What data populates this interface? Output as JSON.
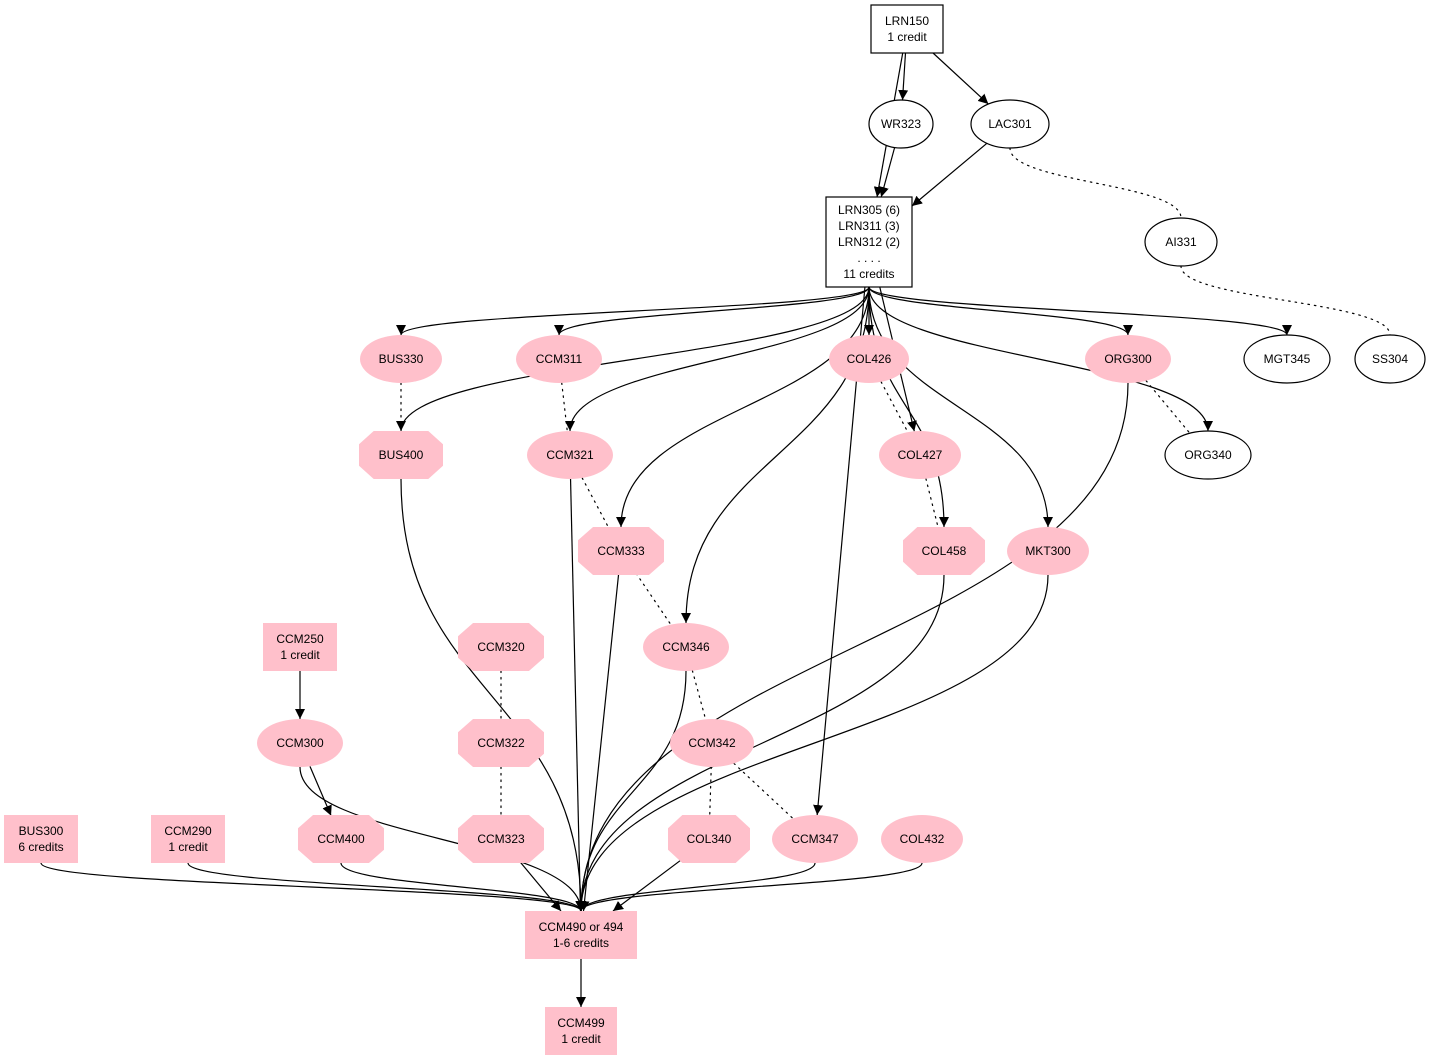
{
  "colors": {
    "pink": "#ffc0cb",
    "stroke": "#000000",
    "background": "#ffffff"
  },
  "nodes": [
    {
      "id": "LRN150",
      "lines": [
        "LRN150",
        "1 credit"
      ],
      "shape": "box",
      "style": "outline"
    },
    {
      "id": "WR323",
      "lines": [
        "WR323"
      ],
      "shape": "ellipse",
      "style": "outline"
    },
    {
      "id": "LAC301",
      "lines": [
        "LAC301"
      ],
      "shape": "ellipse",
      "style": "outline"
    },
    {
      "id": "LRN305",
      "lines": [
        "LRN305 (6)",
        "LRN311 (3)",
        "LRN312 (2)",
        ". . . .",
        "11 credits"
      ],
      "shape": "box",
      "style": "outline"
    },
    {
      "id": "AI331",
      "lines": [
        "AI331"
      ],
      "shape": "ellipse",
      "style": "outline"
    },
    {
      "id": "BUS330",
      "lines": [
        "BUS330"
      ],
      "shape": "ellipse",
      "style": "filled"
    },
    {
      "id": "CCM311",
      "lines": [
        "CCM311"
      ],
      "shape": "ellipse",
      "style": "filled"
    },
    {
      "id": "COL426",
      "lines": [
        "COL426"
      ],
      "shape": "ellipse",
      "style": "filled"
    },
    {
      "id": "ORG300",
      "lines": [
        "ORG300"
      ],
      "shape": "ellipse",
      "style": "filled"
    },
    {
      "id": "MGT345",
      "lines": [
        "MGT345"
      ],
      "shape": "ellipse",
      "style": "outline"
    },
    {
      "id": "SS304",
      "lines": [
        "SS304"
      ],
      "shape": "ellipse",
      "style": "outline"
    },
    {
      "id": "BUS400",
      "lines": [
        "BUS400"
      ],
      "shape": "octagon",
      "style": "filled"
    },
    {
      "id": "CCM321",
      "lines": [
        "CCM321"
      ],
      "shape": "ellipse",
      "style": "filled"
    },
    {
      "id": "COL427",
      "lines": [
        "COL427"
      ],
      "shape": "ellipse",
      "style": "filled"
    },
    {
      "id": "ORG340",
      "lines": [
        "ORG340"
      ],
      "shape": "ellipse",
      "style": "outline"
    },
    {
      "id": "CCM333",
      "lines": [
        "CCM333"
      ],
      "shape": "octagon",
      "style": "filled"
    },
    {
      "id": "COL458",
      "lines": [
        "COL458"
      ],
      "shape": "octagon",
      "style": "filled"
    },
    {
      "id": "MKT300",
      "lines": [
        "MKT300"
      ],
      "shape": "ellipse",
      "style": "filled"
    },
    {
      "id": "CCM250",
      "lines": [
        "CCM250",
        "1 credit"
      ],
      "shape": "box",
      "style": "filled"
    },
    {
      "id": "CCM320",
      "lines": [
        "CCM320"
      ],
      "shape": "octagon",
      "style": "filled"
    },
    {
      "id": "CCM346",
      "lines": [
        "CCM346"
      ],
      "shape": "ellipse",
      "style": "filled"
    },
    {
      "id": "CCM300",
      "lines": [
        "CCM300"
      ],
      "shape": "ellipse",
      "style": "filled"
    },
    {
      "id": "CCM322",
      "lines": [
        "CCM322"
      ],
      "shape": "octagon",
      "style": "filled"
    },
    {
      "id": "CCM342",
      "lines": [
        "CCM342"
      ],
      "shape": "ellipse",
      "style": "filled"
    },
    {
      "id": "BUS300",
      "lines": [
        "BUS300",
        "6 credits"
      ],
      "shape": "box",
      "style": "filled"
    },
    {
      "id": "CCM290",
      "lines": [
        "CCM290",
        "1 credit"
      ],
      "shape": "box",
      "style": "filled"
    },
    {
      "id": "CCM400",
      "lines": [
        "CCM400"
      ],
      "shape": "octagon",
      "style": "filled"
    },
    {
      "id": "CCM323",
      "lines": [
        "CCM323"
      ],
      "shape": "octagon",
      "style": "filled"
    },
    {
      "id": "COL340",
      "lines": [
        "COL340"
      ],
      "shape": "octagon",
      "style": "filled"
    },
    {
      "id": "CCM347",
      "lines": [
        "CCM347"
      ],
      "shape": "ellipse",
      "style": "filled"
    },
    {
      "id": "COL432",
      "lines": [
        "COL432"
      ],
      "shape": "ellipse",
      "style": "filled"
    },
    {
      "id": "CCM490",
      "lines": [
        "CCM490 or 494",
        "1-6 credits"
      ],
      "shape": "box",
      "style": "filled"
    },
    {
      "id": "CCM499",
      "lines": [
        "CCM499",
        "1 credit"
      ],
      "shape": "box",
      "style": "filled"
    }
  ],
  "edges": [
    {
      "from": "LRN150",
      "to": "WR323",
      "type": "solid"
    },
    {
      "from": "LRN150",
      "to": "LAC301",
      "type": "solid"
    },
    {
      "from": "LRN150",
      "to": "LRN305",
      "type": "solid"
    },
    {
      "from": "WR323",
      "to": "LRN305",
      "type": "solid"
    },
    {
      "from": "LAC301",
      "to": "LRN305",
      "type": "solid"
    },
    {
      "from": "LAC301",
      "to": "AI331",
      "type": "dotted"
    },
    {
      "from": "AI331",
      "to": "SS304",
      "type": "dotted"
    },
    {
      "from": "LRN305",
      "to": "BUS330",
      "type": "solid"
    },
    {
      "from": "LRN305",
      "to": "BUS400",
      "type": "solid"
    },
    {
      "from": "LRN305",
      "to": "CCM311",
      "type": "solid"
    },
    {
      "from": "LRN305",
      "to": "CCM321",
      "type": "solid"
    },
    {
      "from": "LRN305",
      "to": "CCM333",
      "type": "solid"
    },
    {
      "from": "LRN305",
      "to": "CCM346",
      "type": "solid"
    },
    {
      "from": "LRN305",
      "to": "CCM347",
      "type": "solid"
    },
    {
      "from": "LRN305",
      "to": "COL426",
      "type": "solid"
    },
    {
      "from": "LRN305",
      "to": "COL427",
      "type": "solid"
    },
    {
      "from": "LRN305",
      "to": "COL458",
      "type": "solid"
    },
    {
      "from": "LRN305",
      "to": "MKT300",
      "type": "solid"
    },
    {
      "from": "LRN305",
      "to": "ORG300",
      "type": "solid"
    },
    {
      "from": "LRN305",
      "to": "ORG340",
      "type": "solid"
    },
    {
      "from": "LRN305",
      "to": "MGT345",
      "type": "solid"
    },
    {
      "from": "BUS330",
      "to": "BUS400",
      "type": "dotted"
    },
    {
      "from": "CCM311",
      "to": "CCM321",
      "type": "dotted"
    },
    {
      "from": "CCM321",
      "to": "CCM333",
      "type": "dotted"
    },
    {
      "from": "CCM333",
      "to": "CCM346",
      "type": "dotted"
    },
    {
      "from": "CCM346",
      "to": "CCM342",
      "type": "dotted"
    },
    {
      "from": "CCM342",
      "to": "COL340",
      "type": "dotted"
    },
    {
      "from": "CCM342",
      "to": "CCM347",
      "type": "dotted"
    },
    {
      "from": "COL426",
      "to": "COL427",
      "type": "dotted"
    },
    {
      "from": "COL427",
      "to": "COL458",
      "type": "dotted"
    },
    {
      "from": "ORG300",
      "to": "ORG340",
      "type": "dotted"
    },
    {
      "from": "CCM320",
      "to": "CCM322",
      "type": "dotted"
    },
    {
      "from": "CCM322",
      "to": "CCM323",
      "type": "dotted"
    },
    {
      "from": "CCM250",
      "to": "CCM300",
      "type": "solid"
    },
    {
      "from": "CCM300",
      "to": "CCM400",
      "type": "solid"
    },
    {
      "from": "BUS300",
      "to": "CCM490",
      "type": "solid"
    },
    {
      "from": "BUS400",
      "to": "CCM490",
      "type": "solid"
    },
    {
      "from": "CCM290",
      "to": "CCM490",
      "type": "solid"
    },
    {
      "from": "CCM300",
      "to": "CCM490",
      "type": "solid"
    },
    {
      "from": "CCM400",
      "to": "CCM490",
      "type": "solid"
    },
    {
      "from": "CCM321",
      "to": "CCM490",
      "type": "solid"
    },
    {
      "from": "CCM323",
      "to": "CCM490",
      "type": "solid"
    },
    {
      "from": "CCM333",
      "to": "CCM490",
      "type": "solid"
    },
    {
      "from": "CCM346",
      "to": "CCM490",
      "type": "solid"
    },
    {
      "from": "COL340",
      "to": "CCM490",
      "type": "solid"
    },
    {
      "from": "CCM347",
      "to": "CCM490",
      "type": "solid"
    },
    {
      "from": "COL432",
      "to": "CCM490",
      "type": "solid"
    },
    {
      "from": "COL458",
      "to": "CCM490",
      "type": "solid"
    },
    {
      "from": "MKT300",
      "to": "CCM490",
      "type": "solid"
    },
    {
      "from": "ORG300",
      "to": "CCM490",
      "type": "solid"
    },
    {
      "from": "CCM490",
      "to": "CCM499",
      "type": "solid"
    }
  ]
}
